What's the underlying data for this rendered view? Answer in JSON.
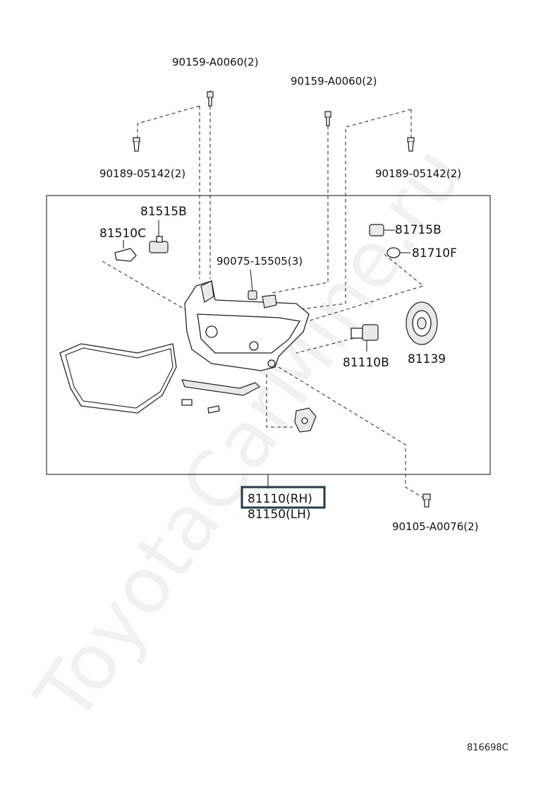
{
  "labels": {
    "bolt_top_left": "90159-A0060(2)",
    "bolt_top_mid": "90159-A0060(2)",
    "screw_left": "90189-05142(2)",
    "screw_right": "90189-05142(2)",
    "p81515b": "81515B",
    "p81510c": "81510C",
    "p90075": "90075-15505(3)",
    "p81715b": "81715B",
    "p81710f": "81710F",
    "p81110b": "81110B",
    "p81139": "81139",
    "assy_rh": "81110(RH)",
    "assy_lh": "81150(LH)",
    "bolt_bottom": "90105-A0076(2)"
  },
  "watermark": "ToyotaCarMine.ru",
  "ref_code": "816698C",
  "colors": {
    "line": "#222222",
    "highlight_box": "#1f3b4d",
    "watermark": "#cfcfcf"
  }
}
